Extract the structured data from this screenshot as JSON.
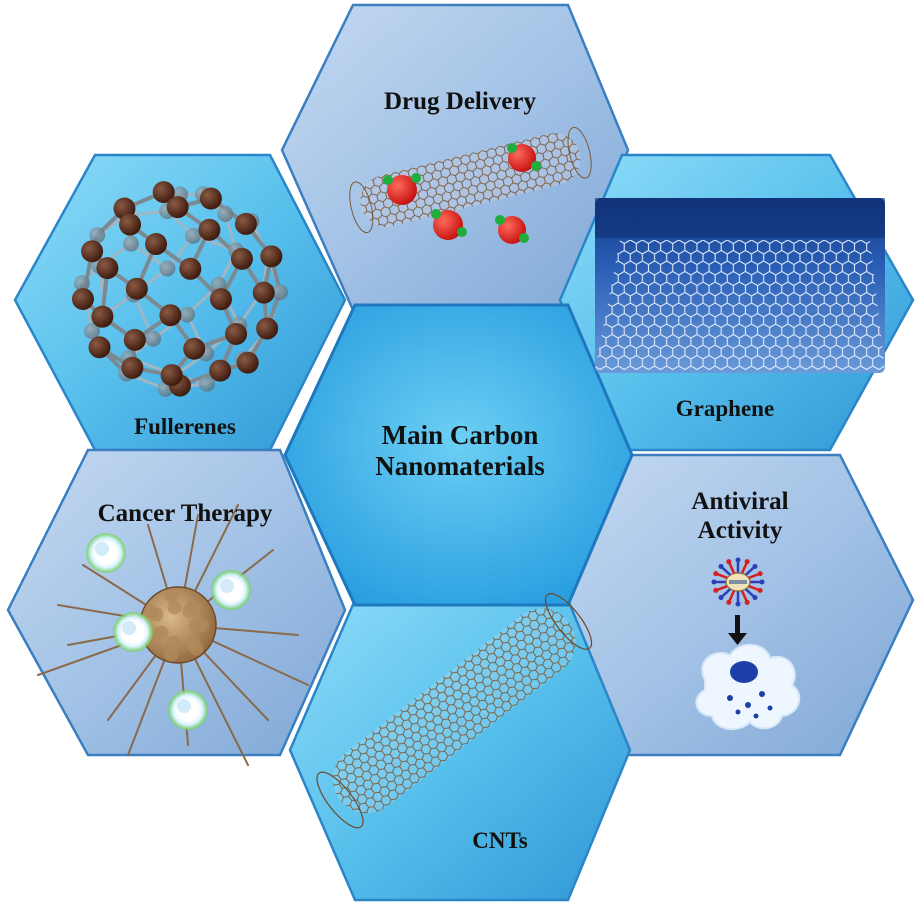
{
  "center": {
    "line1": "Main Carbon",
    "line2": "Nanomaterials"
  },
  "tiles": {
    "drug_delivery": "Drug Delivery",
    "fullerenes": "Fullerenes",
    "graphene": "Graphene",
    "cancer_therapy": "Cancer Therapy",
    "antiviral": {
      "line1": "Antiviral",
      "line2": "Activity"
    },
    "cnts": "CNTs"
  },
  "colors": {
    "bright_tile": "#5cc4ee",
    "pale_tile": "#9ebfe4",
    "center_tile": "#3aaee8",
    "tile_edge": "#2e7fc0",
    "carbon_dark": "#4a2416",
    "drug_red": "#e01818",
    "drug_green": "#1fae3c",
    "tube_brown": "#8a5a2e"
  }
}
